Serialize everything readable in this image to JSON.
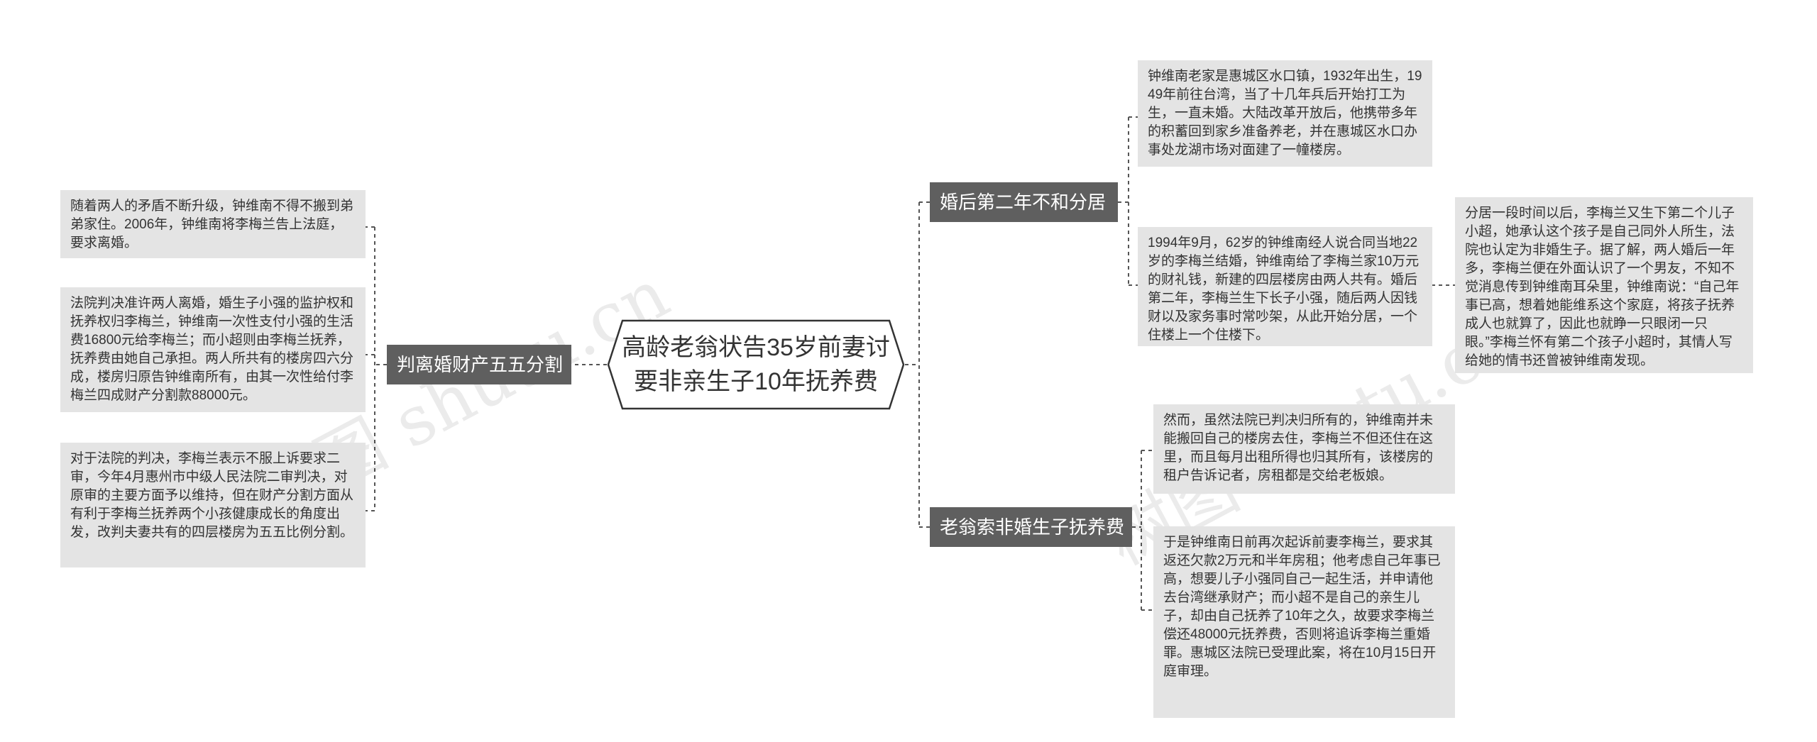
{
  "root": {
    "title": "高龄老翁状告35岁前妻讨要非亲生子10年抚养费"
  },
  "branches": {
    "left": {
      "label": "判离婚财产五五分割",
      "leaves": [
        "随着两人的矛盾不断升级，钟维南不得不搬到弟弟家住。2006年，钟维南将李梅兰告上法庭，要求离婚。",
        "法院判决准许两人离婚，婚生子小强的监护权和抚养权归李梅兰，钟维南一次性支付小强的生活费16800元给李梅兰；而小超则由李梅兰抚养，抚养费由她自己承担。两人所共有的楼房四六分成，楼房归原告钟维南所有，由其一次性给付李梅兰四成财产分割款88000元。",
        "对于法院的判决，李梅兰表示不服上诉要求二审，今年4月惠州市中级人民法院二审判决，对原审的主要方面予以维持，但在财产分割方面从有利于李梅兰抚养两个小孩健康成长的角度出发，改判夫妻共有的四层楼房为五五比例分割。"
      ]
    },
    "right_top": {
      "label": "婚后第二年不和分居",
      "leaves": [
        "钟维南老家是惠城区水口镇，1932年出生，1949年前往台湾，当了十几年兵后开始打工为生，一直未婚。大陆改革开放后，他携带多年的积蓄回到家乡准备养老，并在惠城区水口办事处龙湖市场对面建了一幢楼房。",
        "1994年9月，62岁的钟维南经人说合同当地22岁的李梅兰结婚，钟维南给了李梅兰家10万元的财礼钱，新建的四层楼房由两人共有。婚后第二年，李梅兰生下长子小强，随后两人因钱财以及家务事时常吵架，从此开始分居，一个住楼上一个住楼下。"
      ],
      "sub_leaf": "分居一段时间以后，李梅兰又生下第二个儿子小超，她承认这个孩子是自己同外人所生，法院也认定为非婚生子。据了解，两人婚后一年多，李梅兰便在外面认识了一个男友，不知不觉消息传到钟维南耳朵里，钟维南说：“自己年事已高，想着她能维系这个家庭，将孩子抚养成人也就算了，因此也就睁一只眼闭一只眼。”李梅兰怀有第二个孩子小超时，其情人写给她的情书还曾被钟维南发现。"
    },
    "right_bottom": {
      "label": "老翁索非婚生子抚养费",
      "leaves": [
        "然而，虽然法院已判决归所有的，钟维南并未能搬回自己的楼房去住，李梅兰不但还住在这里，而且每月出租所得也归其所有，该楼房的租户告诉记者，房租都是交给老板娘。",
        "于是钟维南日前再次起诉前妻李梅兰，要求其返还欠款2万元和半年房租；他考虑自己年事已高，想要儿子小强同自己一起生活，并申请他去台湾继承财产；而小超不是自己的亲生儿子，却由自己抚养了10年之久，故要求李梅兰偿还48000元抚养费，否则将追诉李梅兰重婚罪。惠城区法院已受理此案，将在10月15日开庭审理。"
      ]
    }
  },
  "colors": {
    "branch_bg": "#5f5f5f",
    "leaf_bg": "#e4e4e4",
    "line": "#555555",
    "text": "#333333"
  }
}
